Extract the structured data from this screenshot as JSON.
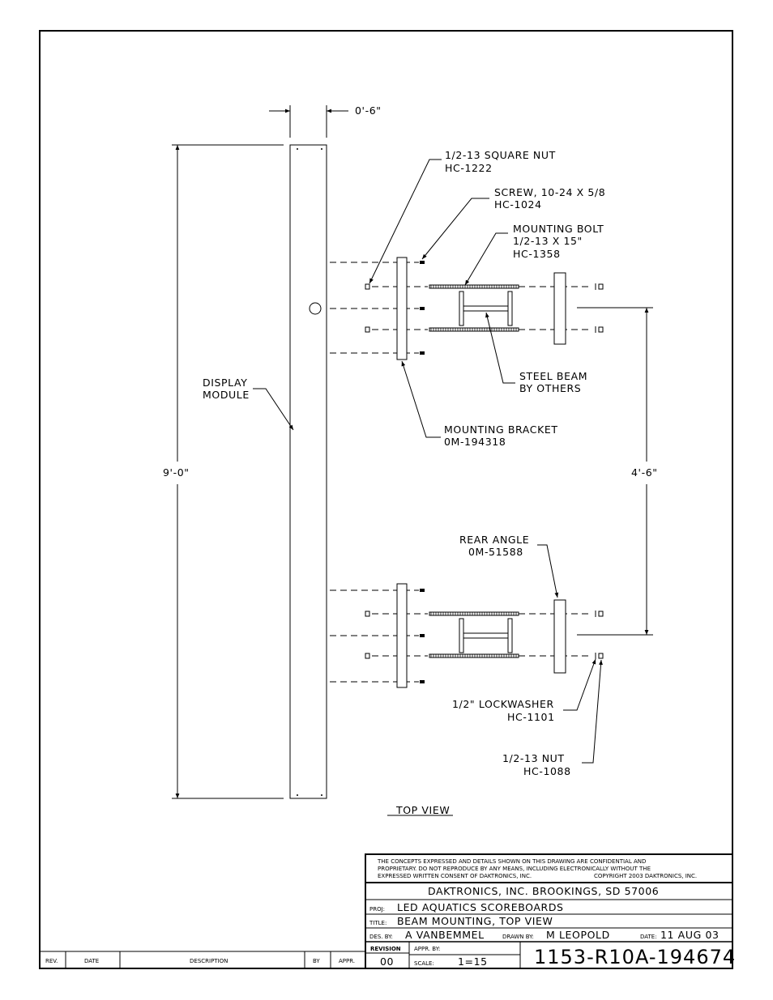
{
  "dimensions": {
    "width": "0'-6\"",
    "height": "9'-0\"",
    "spacing": "4'-6\""
  },
  "labels": {
    "square_nut": [
      "1/2-13 SQUARE NUT",
      "HC-1222"
    ],
    "screw": [
      "SCREW, 10-24 X 5/8",
      "HC-1024"
    ],
    "mounting_bolt": [
      "MOUNTING BOLT",
      "1/2-13 X 15\"",
      "HC-1358"
    ],
    "steel_beam": [
      "STEEL BEAM",
      "BY OTHERS"
    ],
    "display_module": [
      "DISPLAY",
      "MODULE"
    ],
    "mounting_bracket": [
      "MOUNTING BRACKET",
      "0M-194318"
    ],
    "rear_angle": [
      "REAR ANGLE",
      "0M-51588"
    ],
    "lockwasher": [
      "1/2\" LOCKWASHER",
      "HC-1101"
    ],
    "nut": [
      "1/2-13 NUT",
      "HC-1088"
    ],
    "view_title": "TOP VIEW"
  },
  "title_block": {
    "notice": [
      "THE CONCEPTS EXPRESSED AND DETAILS SHOWN ON THIS DRAWING ARE CONFIDENTIAL AND",
      "PROPRIETARY. DO NOT REPRODUCE BY ANY MEANS, INCLUDING ELECTRONICALLY WITHOUT THE",
      "EXPRESSED WRITTEN CONSENT OF DAKTRONICS, INC."
    ],
    "copyright": "COPYRIGHT 2003 DAKTRONICS, INC.",
    "company": "DAKTRONICS, INC.   BROOKINGS, SD  57006",
    "proj_label": "PROJ:",
    "proj": "LED AQUATICS SCOREBOARDS",
    "title_label": "TITLE:",
    "title": "BEAM MOUNTING, TOP VIEW",
    "des_label": "DES. BY:",
    "des_by": "A VANBEMMEL",
    "drawn_label": "DRAWN BY:",
    "drawn_by": "M LEOPOLD",
    "date_label": "DATE:",
    "date": "11 AUG 03",
    "revision_label": "REVISION",
    "revision": "00",
    "appr_label": "APPR. BY:",
    "scale_label": "SCALE:",
    "scale": "1=15",
    "drawing_number": "1153-R10A-194674"
  },
  "revision_table": {
    "headers": [
      "REV.",
      "DATE",
      "DESCRIPTION",
      "BY",
      "APPR."
    ]
  }
}
